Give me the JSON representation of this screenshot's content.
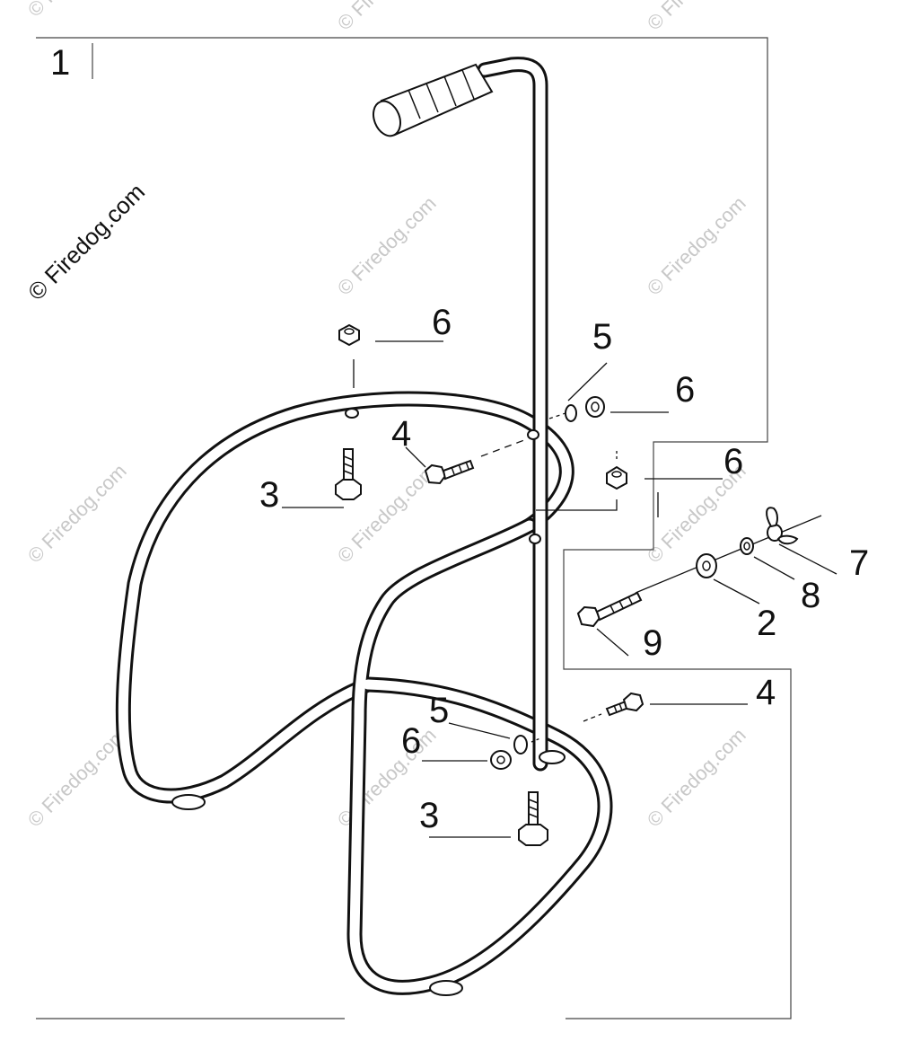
{
  "diagram": {
    "type": "exploded parts diagram",
    "colors": {
      "line": "#111111",
      "frame": "#444444",
      "watermark": "#c8c8c8"
    },
    "watermark_text": "© Firedog.com",
    "callouts": [
      {
        "id": "c-1",
        "label": "1"
      },
      {
        "id": "c-6a",
        "label": "6"
      },
      {
        "id": "c-5a",
        "label": "5"
      },
      {
        "id": "c-6b",
        "label": "6"
      },
      {
        "id": "c-4a",
        "label": "4"
      },
      {
        "id": "c-3a",
        "label": "3"
      },
      {
        "id": "c-6c",
        "label": "6"
      },
      {
        "id": "c-7",
        "label": "7"
      },
      {
        "id": "c-8",
        "label": "8"
      },
      {
        "id": "c-2",
        "label": "2"
      },
      {
        "id": "c-9",
        "label": "9"
      },
      {
        "id": "c-4b",
        "label": "4"
      },
      {
        "id": "c-5b",
        "label": "5"
      },
      {
        "id": "c-6d",
        "label": "6"
      },
      {
        "id": "c-3b",
        "label": "3"
      }
    ]
  }
}
